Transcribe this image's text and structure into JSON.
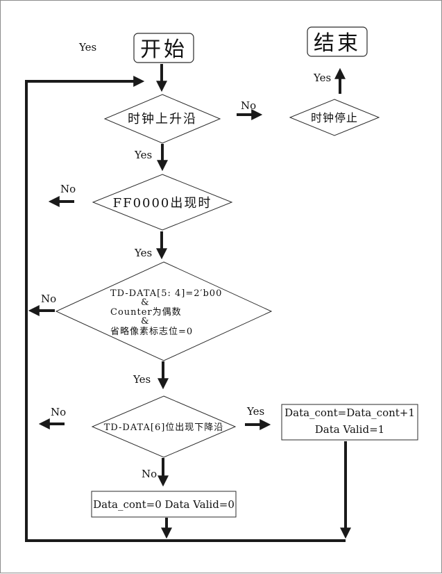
{
  "diagram": {
    "start": "开始",
    "end": "结束",
    "clock_rising": "时钟上升沿",
    "clock_stop": "时钟停止",
    "ff0000": "FF0000出现时",
    "cond_line1": "TD-DATA[5: 4]=2′b00",
    "cond_amp1": "&",
    "cond_line2": "Counter为偶数",
    "cond_amp2": "&",
    "cond_line3": "省略像素标志位=0",
    "td6_fall": "TD-DATA[6]位出现下降沿",
    "inc_line1": "Data_cont=Data_cont+1",
    "inc_line2": "Data Valid=1",
    "reset_box": "Data_cont=0  Data Valid=0",
    "labels": {
      "yes_top": "Yes",
      "no_clock": "No",
      "yes_stop": "Yes",
      "yes_1": "Yes",
      "no_ff": "No",
      "yes_2": "Yes",
      "no_cond": "No",
      "yes_3": "Yes",
      "no_td6": "No",
      "yes_td6": "Yes",
      "no_td6_down": "No"
    }
  }
}
